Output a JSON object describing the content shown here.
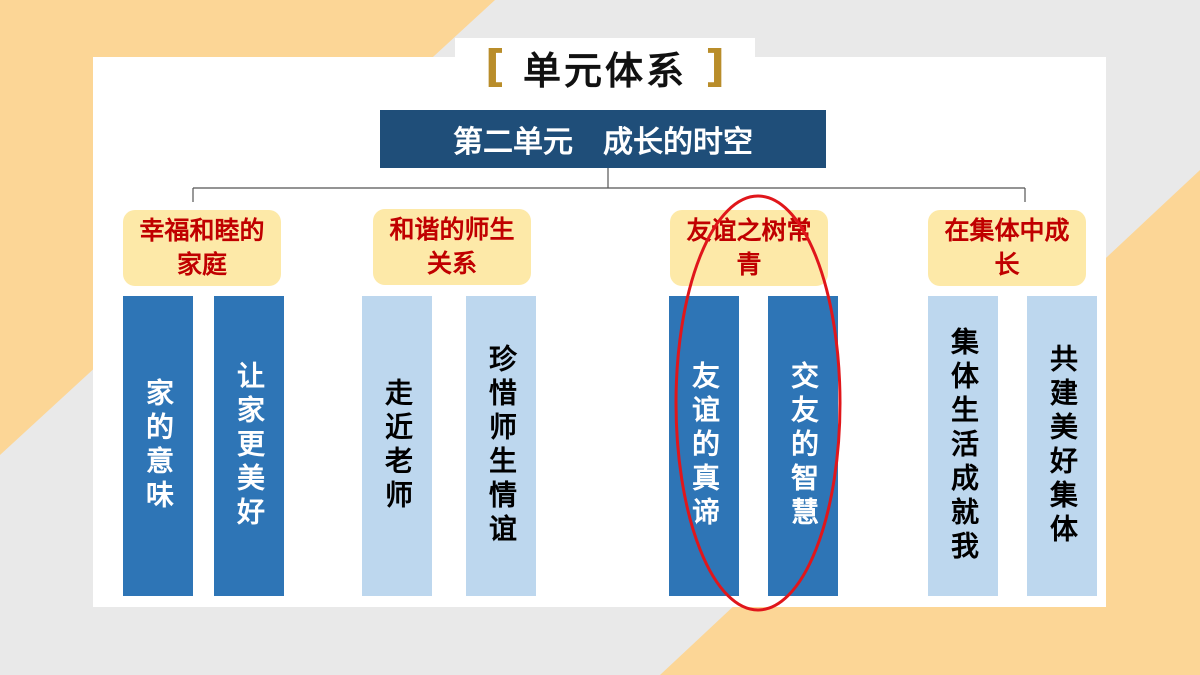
{
  "header": {
    "title": "单元体系",
    "bracket_left": "[",
    "bracket_right": "]"
  },
  "unit": {
    "title": "第二单元　成长的时空"
  },
  "lessons": [
    {
      "title": "幸福和睦的家庭",
      "topics": [
        "家的意味",
        "让家更美好"
      ]
    },
    {
      "title": "和谐的师生关系",
      "topics": [
        "走近老师",
        "珍惜师生情谊"
      ]
    },
    {
      "title": "友谊之树常青",
      "topics": [
        "友谊的真谛",
        "交友的智慧"
      ]
    },
    {
      "title": "在集体中成长",
      "topics": [
        "集体生活成就我",
        "共建美好集体"
      ]
    }
  ],
  "colors": {
    "unit_bg": "#1f4e79",
    "lesson_bg": "#fde9a8",
    "lesson_text": "#c00000",
    "topic_dark": "#2e75b6",
    "topic_light": "#bdd7ee",
    "highlight_ring": "#e0161b",
    "accent_orange": "#fcd696",
    "bracket": "#b98d2a"
  }
}
